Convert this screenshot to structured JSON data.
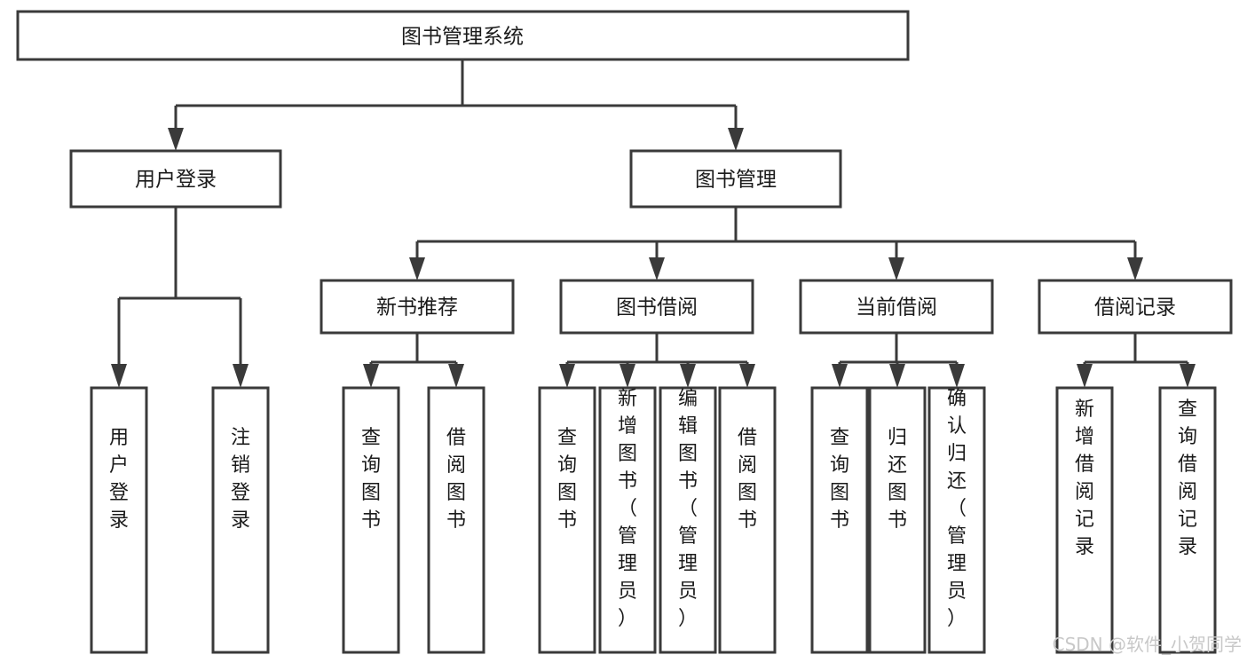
{
  "diagram": {
    "type": "hierarchy-tree",
    "title": "图书管理系统",
    "orientation": "top-down",
    "colors": {
      "box_fill": "#ffffff",
      "box_stroke": "#3a3a3a",
      "text": "#1a1a1a",
      "background": "#ffffff",
      "watermark": "#c8c8c8"
    },
    "levels": {
      "root": "图书管理系统",
      "level2": [
        "用户登录",
        "图书管理"
      ],
      "level3": [
        "新书推荐",
        "图书借阅",
        "当前借阅",
        "借阅记录"
      ]
    },
    "nodes": {
      "root": {
        "label": "图书管理系统"
      },
      "user_login": {
        "label": "用户登录"
      },
      "book_manage": {
        "label": "图书管理"
      },
      "new_book_rec": {
        "label": "新书推荐"
      },
      "book_borrow": {
        "label": "图书借阅"
      },
      "current_borrow": {
        "label": "当前借阅"
      },
      "borrow_record": {
        "label": "借阅记录"
      }
    },
    "leaves": {
      "user_login": [
        {
          "label": "用户登录"
        },
        {
          "label": "注销登录"
        }
      ],
      "new_book_rec": [
        {
          "label": "查询图书"
        },
        {
          "label": "借阅图书"
        }
      ],
      "book_borrow": [
        {
          "label": "查询图书"
        },
        {
          "label": "新增图书（管理员）"
        },
        {
          "label": "编辑图书（管理员）"
        },
        {
          "label": "借阅图书"
        }
      ],
      "current_borrow": [
        {
          "label": "查询图书"
        },
        {
          "label": "归还图书"
        },
        {
          "label": "确认归还（管理员）"
        }
      ],
      "borrow_record": [
        {
          "label": "新增借阅记录"
        },
        {
          "label": "查询借阅记录"
        }
      ]
    }
  },
  "watermark": {
    "text": "CSDN @软件_小贺同学"
  }
}
